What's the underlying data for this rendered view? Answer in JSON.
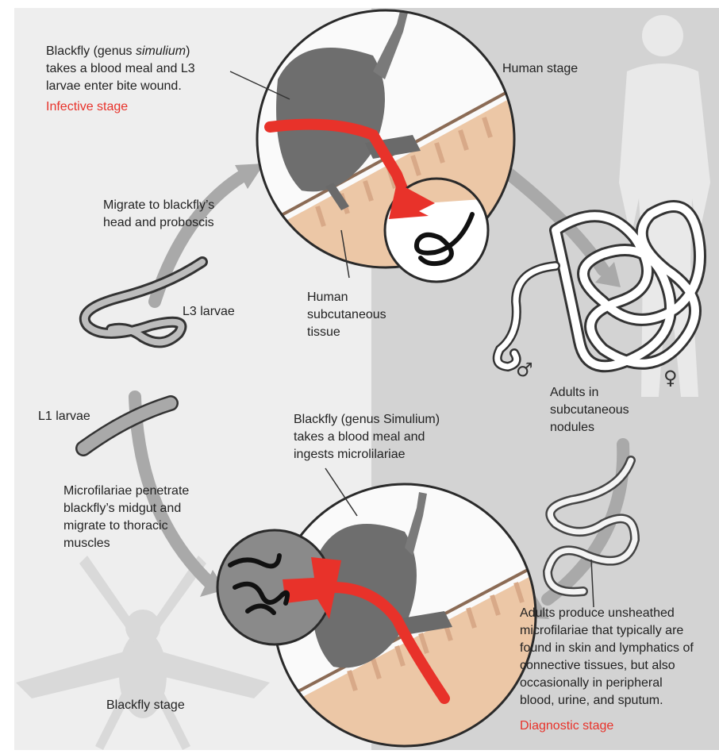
{
  "infective": {
    "line1_pre": "Blackfly (genus ",
    "line1_italic": "simulium",
    "line1_post": ")",
    "line2": "takes a blood meal and L3",
    "line3": "larvae enter bite wound.",
    "stage": "Infective stage"
  },
  "human_stage": "Human stage",
  "migrate": [
    "Migrate to blackfly’s",
    "head and proboscis"
  ],
  "l3_larvae": "L3 larvae",
  "subcutaneous": [
    "Human",
    "subcutaneous",
    "tissue"
  ],
  "l1_larvae": "L1 larvae",
  "adults_nodules": [
    "Adults in",
    "subcutaneous",
    "nodules"
  ],
  "male_symbol": "♂",
  "female_symbol": "♀",
  "blood_meal": [
    "Blackfly (genus Simulium)",
    "takes a blood meal and",
    "ingests microlilariae"
  ],
  "microfilariae": [
    "Microfilariae penetrate",
    "blackfly’s midgut and",
    "migrate to thoracic",
    "muscles"
  ],
  "adults_produce": [
    "Adults produce unsheathed",
    "microfilariae that typically are",
    "found in skin and lymphatics of",
    "connective tissues, but also",
    "occasionally in peripheral",
    "blood, urine, and sputum."
  ],
  "diagnostic_stage": "Diagnostic stage",
  "blackfly_stage": "Blackfly stage",
  "colors": {
    "left_bg": "#eeeeee",
    "right_bg": "#d3d3d3",
    "accent_red": "#e8322a",
    "cycle_arrow": "#a9a9a9",
    "skin": "#ecc7a6"
  }
}
